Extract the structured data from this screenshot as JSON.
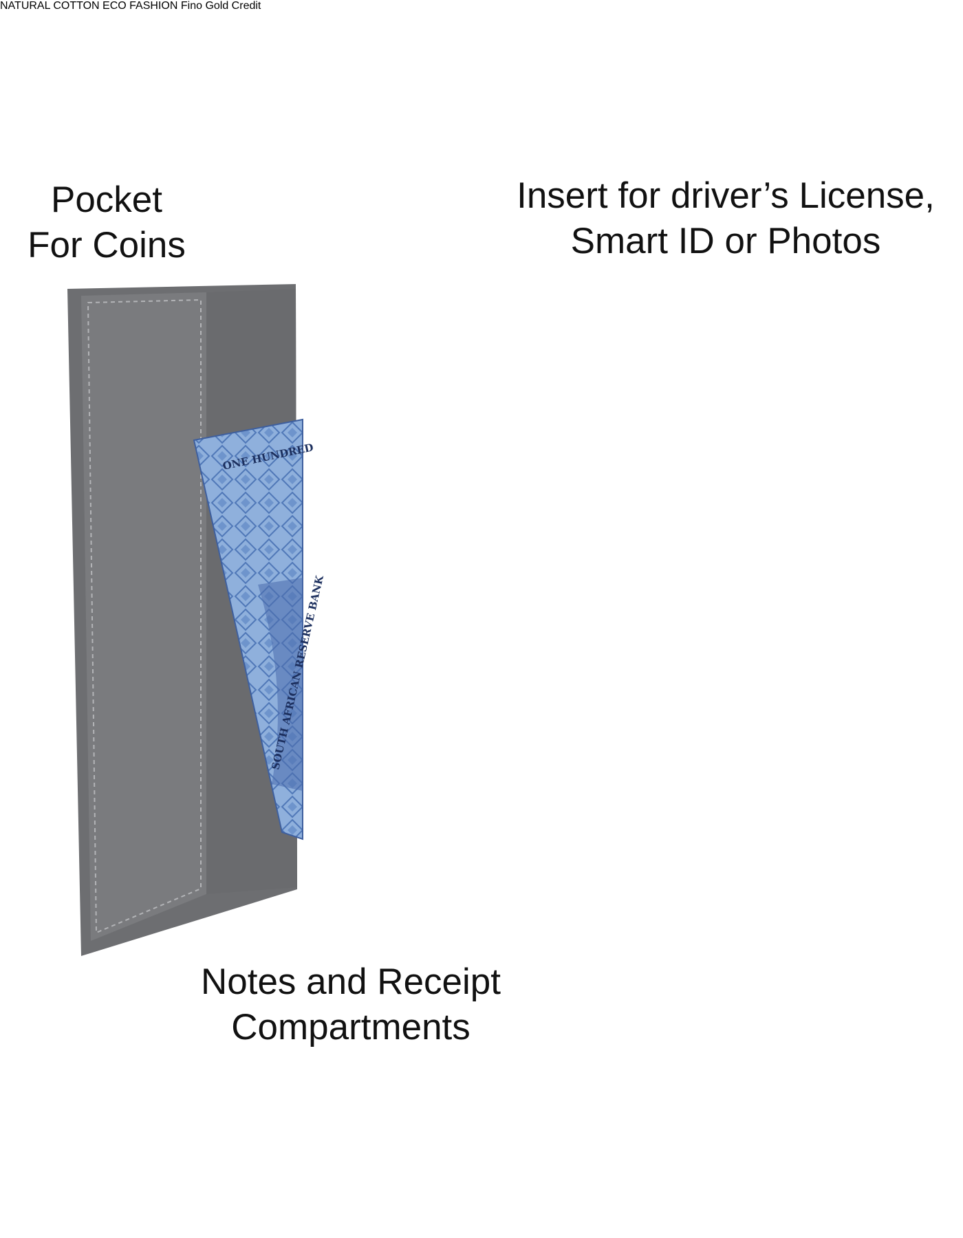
{
  "callouts": {
    "coins": {
      "line1": "Pocket",
      "line2": "For Coins"
    },
    "license": {
      "line1": "Insert for driver’s License,",
      "line2": "Smart ID or Photos"
    },
    "notes": {
      "line1": "Notes and Receipt",
      "line2": "Compartments"
    }
  },
  "banknote": {
    "denomination": "ONE HUNDRED",
    "issuer": "SOUTH AFRICAN RESERVE BANK"
  },
  "id_card": {
    "ring_text": "NATURAL COTTON ECO FASHION",
    "brand": "Fino"
  },
  "gold_card": {
    "label": "Gold Credit"
  },
  "colors": {
    "wallet_outer": "#6f7072",
    "wallet_inner": "#7e7f81",
    "wallet_shadow": "#55565a",
    "stitch": "#b9babd",
    "clasp_gold": "#c9a85c",
    "id_beige": "#eedcbe",
    "card_blue": "#1f5fc0",
    "card_navy": "#1c3e70",
    "card_yellow": "#f4d21d",
    "card_gold": "#c98d2d",
    "leader_line": "#111111"
  },
  "icons": {
    "cotton": "cotton-boll-icon",
    "clasp": "clasp-icon"
  }
}
